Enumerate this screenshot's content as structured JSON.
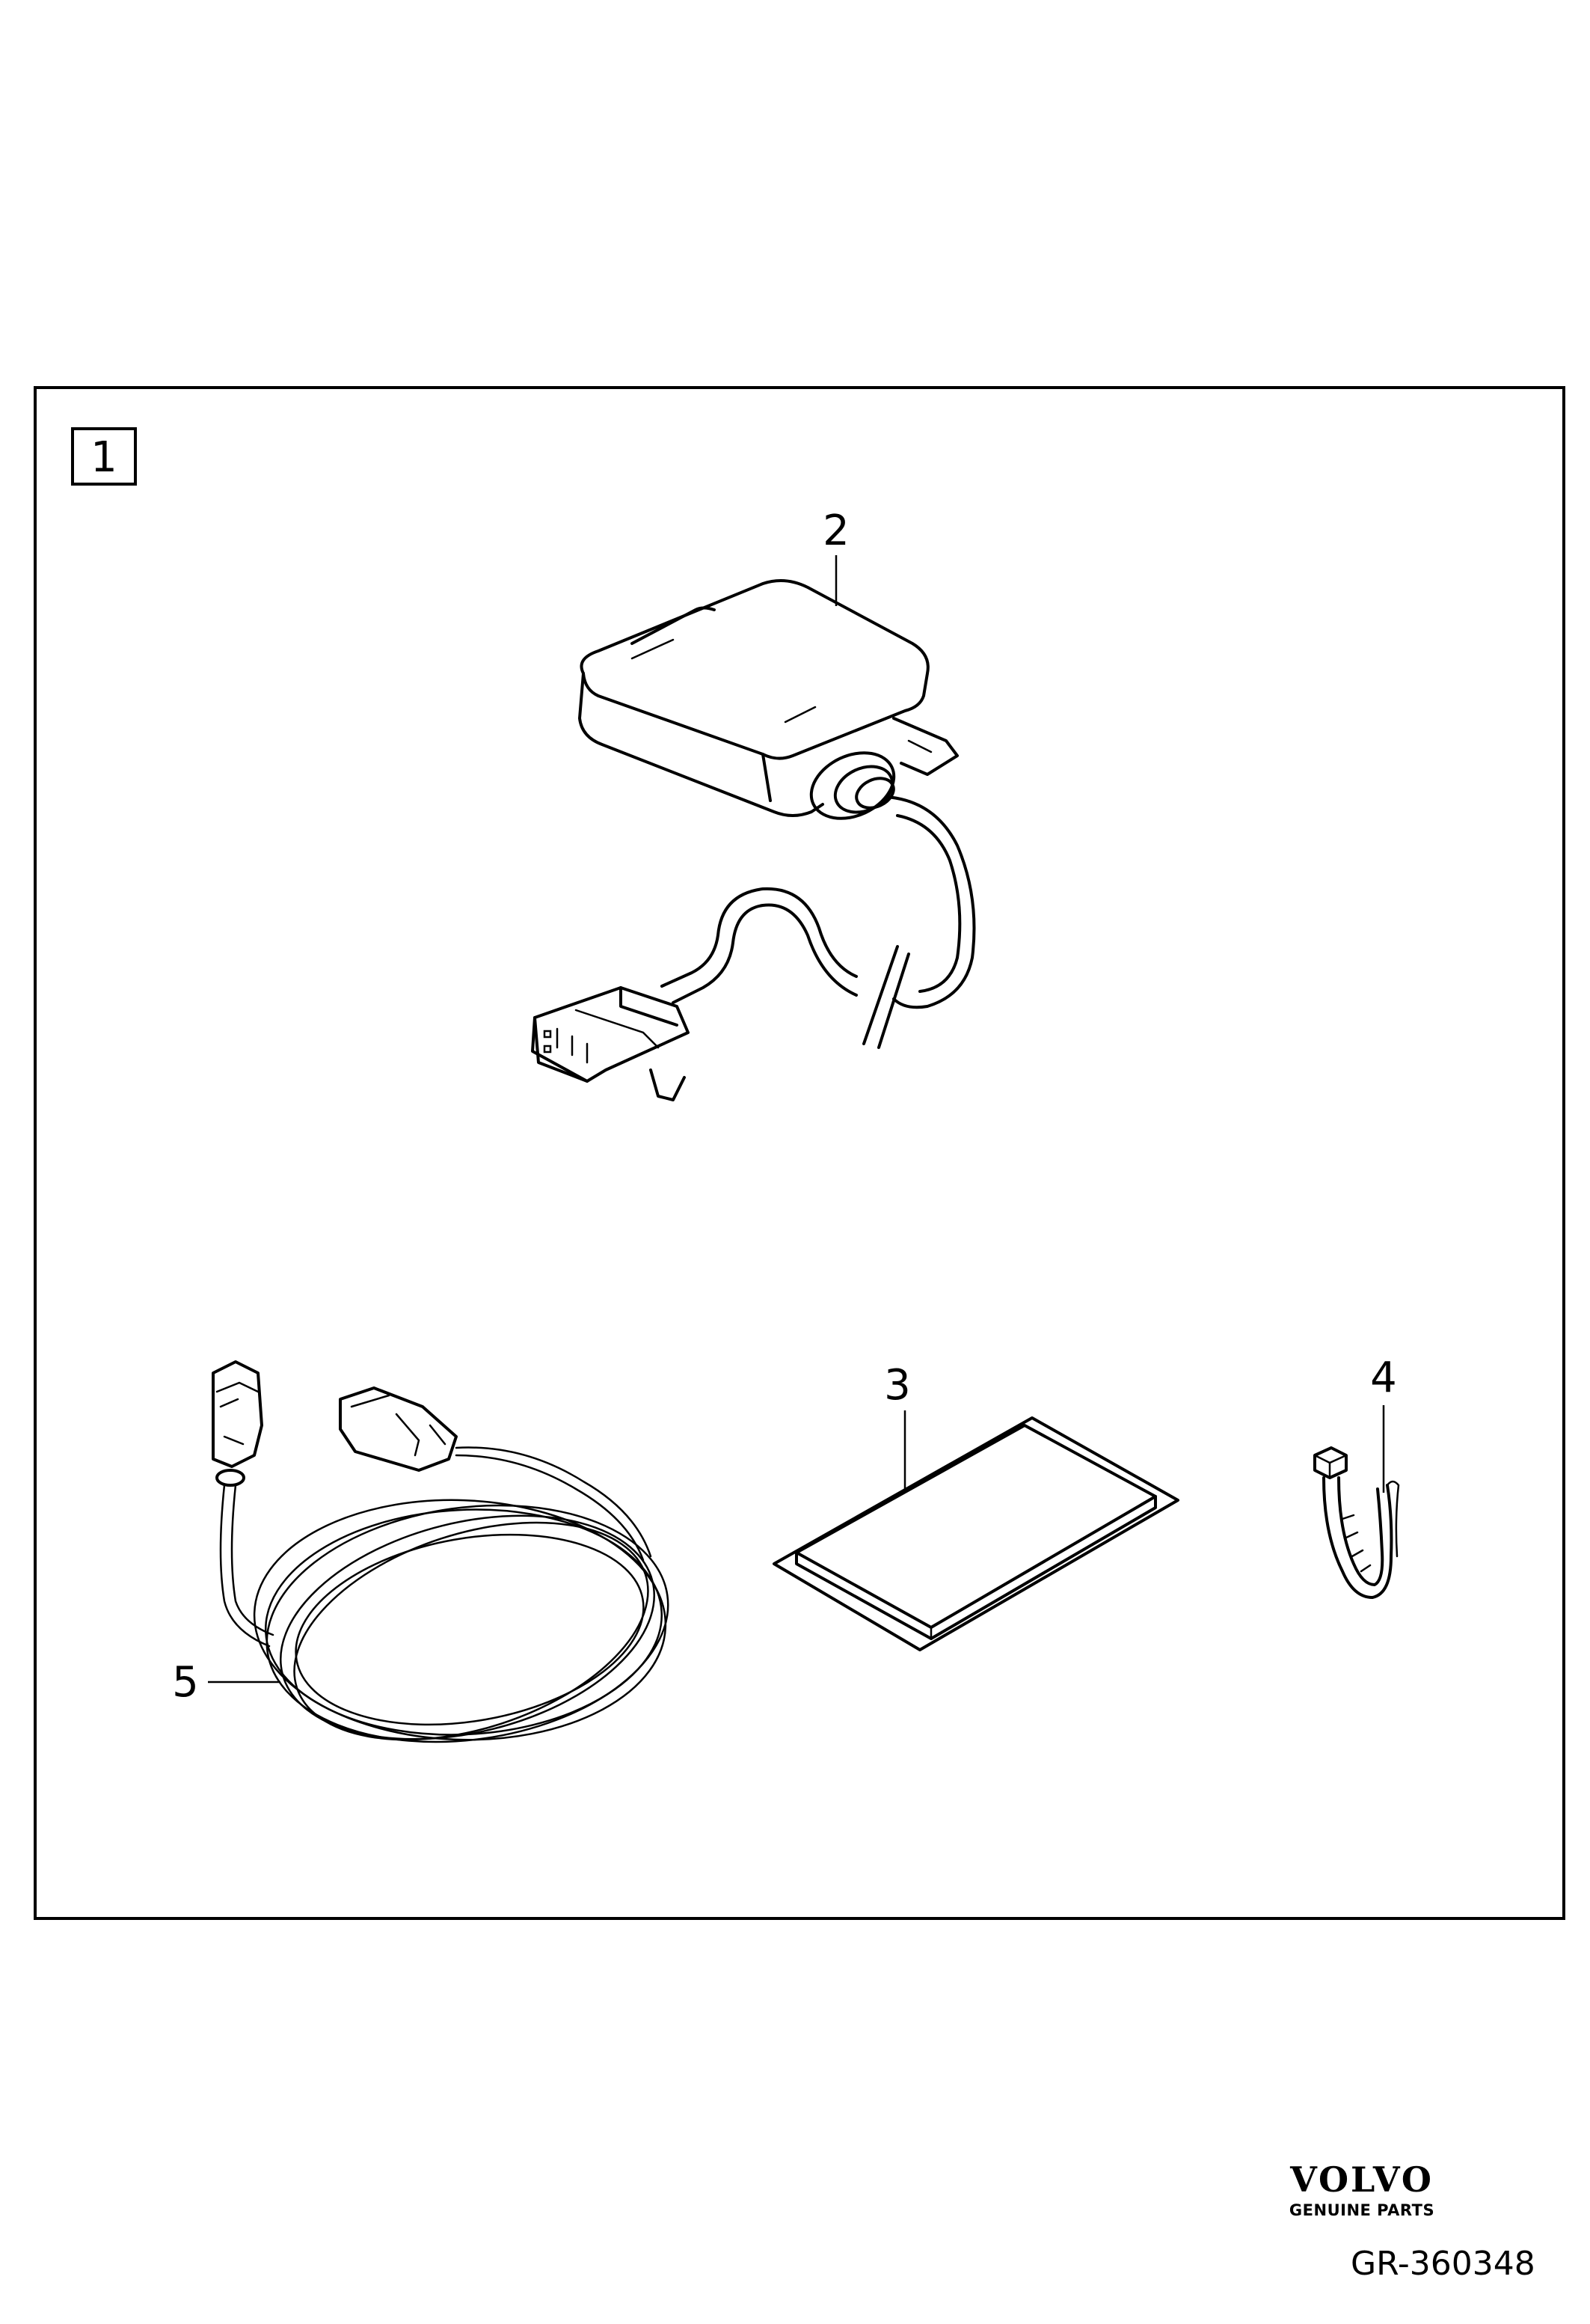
{
  "frame": {
    "number": "1"
  },
  "callouts": {
    "c2": "2",
    "c3": "3",
    "c4": "4",
    "c5": "5"
  },
  "footer": {
    "brand_logo": "VOLVO",
    "brand_subtitle": "GENUINE PARTS",
    "diagram_code": "GR-360348"
  }
}
